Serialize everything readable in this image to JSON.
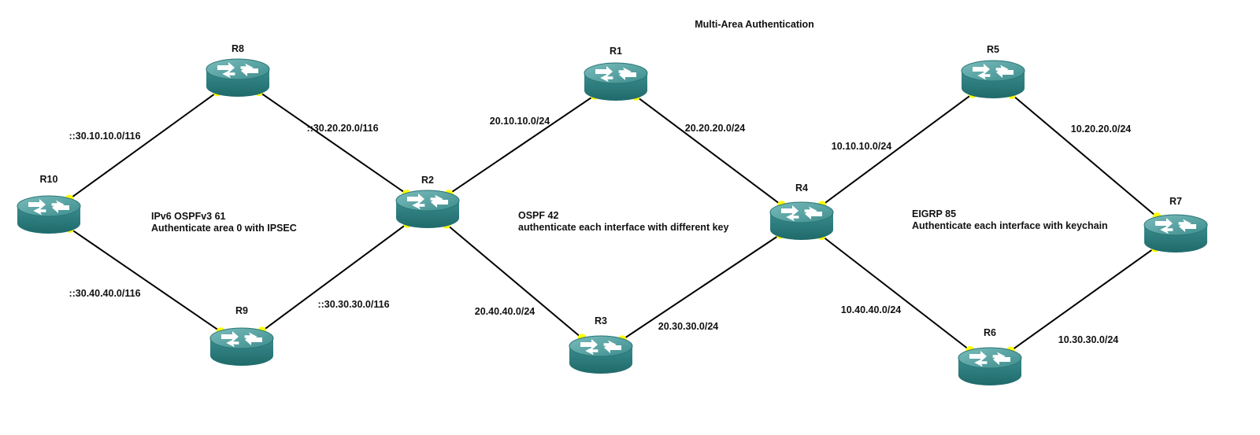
{
  "title": "Multi-Area Authentication",
  "routers": [
    {
      "id": "R8",
      "label": "R8"
    },
    {
      "id": "R10",
      "label": "R10"
    },
    {
      "id": "R9",
      "label": "R9"
    },
    {
      "id": "R2",
      "label": "R2"
    },
    {
      "id": "R1",
      "label": "R1"
    },
    {
      "id": "R3",
      "label": "R3"
    },
    {
      "id": "R4",
      "label": "R4"
    },
    {
      "id": "R5",
      "label": "R5"
    },
    {
      "id": "R6",
      "label": "R6"
    },
    {
      "id": "R7",
      "label": "R7"
    }
  ],
  "links": [
    {
      "a": "R10",
      "b": "R8",
      "subnet": "::30.10.10.0/116"
    },
    {
      "a": "R8",
      "b": "R2",
      "subnet": "::30.20.20.0/116"
    },
    {
      "a": "R10",
      "b": "R9",
      "subnet": "::30.40.40.0/116"
    },
    {
      "a": "R9",
      "b": "R2",
      "subnet": "::30.30.30.0/116"
    },
    {
      "a": "R2",
      "b": "R1",
      "subnet": "20.10.10.0/24"
    },
    {
      "a": "R1",
      "b": "R4",
      "subnet": "20.20.20.0/24"
    },
    {
      "a": "R2",
      "b": "R3",
      "subnet": "20.40.40.0/24"
    },
    {
      "a": "R3",
      "b": "R4",
      "subnet": "20.30.30.0/24"
    },
    {
      "a": "R4",
      "b": "R5",
      "subnet": "10.10.10.0/24"
    },
    {
      "a": "R5",
      "b": "R7",
      "subnet": "10.20.20.0/24"
    },
    {
      "a": "R4",
      "b": "R6",
      "subnet": "10.40.40.0/24"
    },
    {
      "a": "R6",
      "b": "R7",
      "subnet": "10.30.30.0/24"
    }
  ],
  "areas": [
    {
      "line1": "IPv6 OSPFv3 61",
      "line2": "Authenticate area 0 with IPSEC"
    },
    {
      "line1": "OSPF 42",
      "line2": "authenticate each interface with different key"
    },
    {
      "line1": "EIGRP 85",
      "line2": "Authenticate each interface with keychain"
    }
  ],
  "colors": {
    "router_body": "#2e7f80",
    "router_top": "#5fa9a9",
    "port": "#ffff00",
    "link": "#000000"
  }
}
